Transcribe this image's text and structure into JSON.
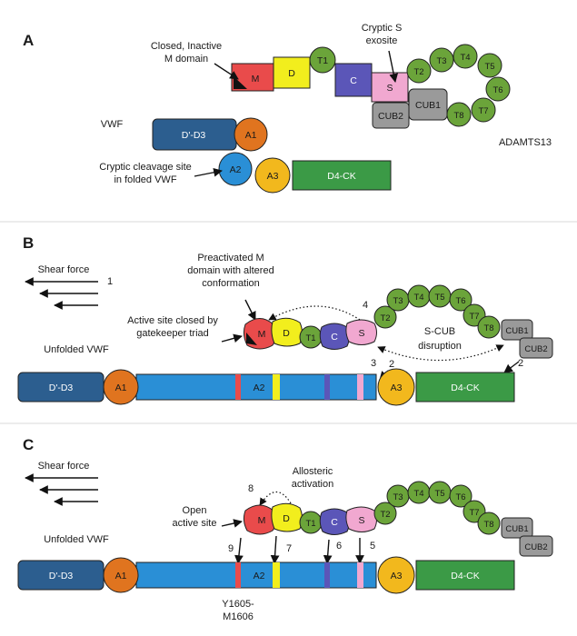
{
  "panels": [
    "A",
    "B",
    "C"
  ],
  "colors": {
    "m_domain": "#e94b4b",
    "d_domain": "#f2ee1d",
    "t_domain": "#6ba43a",
    "c_domain": "#5b56b8",
    "s_domain": "#f1a8d0",
    "cub_domain": "#9a9a9a",
    "dd3_domain": "#2c5e8f",
    "a1_domain": "#e0741f",
    "a2_domain": "#2a8fd6",
    "a3_domain": "#f2b81d",
    "d4ck_domain": "#3b9a46"
  },
  "domains": {
    "m": "M",
    "d": "D",
    "c": "C",
    "s": "S",
    "t1": "T1",
    "t2": "T2",
    "t3": "T3",
    "t4": "T4",
    "t5": "T5",
    "t6": "T6",
    "t7": "T7",
    "t8": "T8",
    "cub1": "CUB1",
    "cub2": "CUB2",
    "dd3": "D'-D3",
    "a1": "A1",
    "a2": "A2",
    "a3": "A3",
    "d4ck": "D4-CK"
  },
  "panel_a": {
    "closed_m_1": "Closed, Inactive",
    "closed_m_2": "M domain",
    "cryptic_s_1": "Cryptic S",
    "cryptic_s_2": "exosite",
    "vwf": "VWF",
    "adamts13": "ADAMTS13",
    "cleavage_1": "Cryptic cleavage site",
    "cleavage_2": "in folded VWF"
  },
  "panel_b": {
    "shear": "Shear force",
    "num1": "1",
    "preact_1": "Preactivated M",
    "preact_2": "domain with altered",
    "preact_3": "conformation",
    "active_closed_1": "Active site closed by",
    "active_closed_2": "gatekeeper triad",
    "unfolded": "Unfolded VWF",
    "scub_1": "S-CUB",
    "scub_2": "disruption",
    "num4": "4",
    "num3": "3",
    "num2a": "2",
    "num2b": "2"
  },
  "panel_c": {
    "shear": "Shear force",
    "allosteric_1": "Allosteric",
    "allosteric_2": "activation",
    "open_1": "Open",
    "open_2": "active site",
    "unfolded": "Unfolded VWF",
    "num8": "8",
    "num9": "9",
    "num7": "7",
    "num6": "6",
    "num5": "5",
    "y1605_1": "Y1605-",
    "y1605_2": "M1606"
  }
}
